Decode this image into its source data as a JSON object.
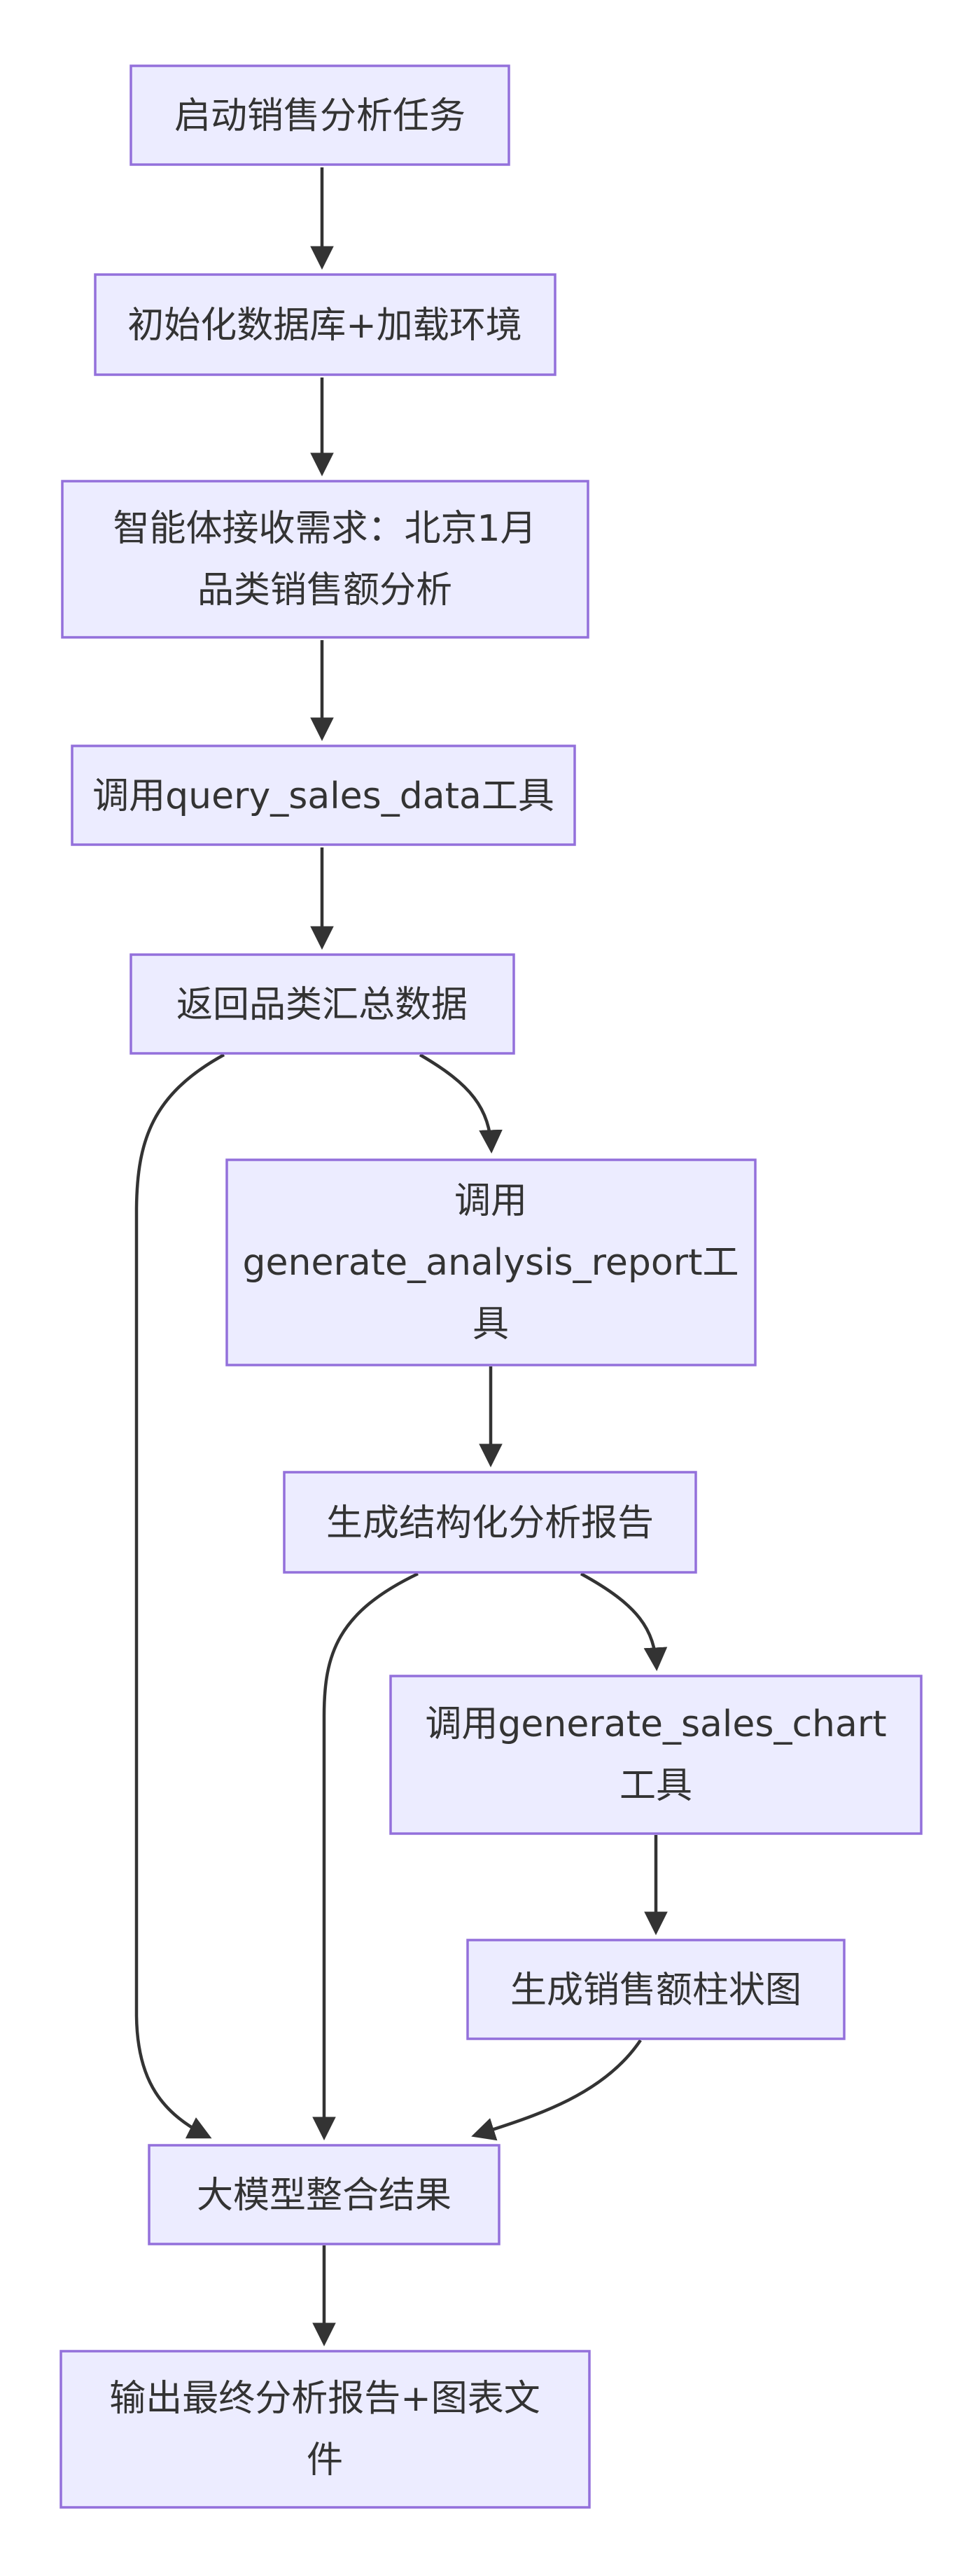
{
  "diagram": {
    "type": "flowchart",
    "direction": "top-down",
    "nodes": [
      {
        "id": "start",
        "lines": [
          "启动销售分析任务"
        ]
      },
      {
        "id": "init",
        "lines": [
          "初始化数据库+加载环境"
        ]
      },
      {
        "id": "receive",
        "lines": [
          "智能体接收需求：北京1月",
          "品类销售额分析"
        ]
      },
      {
        "id": "query_tool",
        "lines": [
          "调用query_sales_data工具"
        ]
      },
      {
        "id": "return_data",
        "lines": [
          "返回品类汇总数据"
        ]
      },
      {
        "id": "report_tool",
        "lines": [
          "调用",
          "generate_analysis_report工",
          "具"
        ]
      },
      {
        "id": "report",
        "lines": [
          "生成结构化分析报告"
        ]
      },
      {
        "id": "chart_tool",
        "lines": [
          "调用generate_sales_chart",
          "工具"
        ]
      },
      {
        "id": "chart",
        "lines": [
          "生成销售额柱状图"
        ]
      },
      {
        "id": "merge",
        "lines": [
          "大模型整合结果"
        ]
      },
      {
        "id": "output",
        "lines": [
          "输出最终分析报告+图表文",
          "件"
        ]
      }
    ],
    "edges": [
      {
        "from": "start",
        "to": "init",
        "label": ""
      },
      {
        "from": "init",
        "to": "receive",
        "label": ""
      },
      {
        "from": "receive",
        "to": "query_tool",
        "label": ""
      },
      {
        "from": "query_tool",
        "to": "return_data",
        "label": ""
      },
      {
        "from": "return_data",
        "to": "report_tool",
        "label": ""
      },
      {
        "from": "return_data",
        "to": "merge",
        "label": ""
      },
      {
        "from": "report_tool",
        "to": "report",
        "label": ""
      },
      {
        "from": "report",
        "to": "chart_tool",
        "label": ""
      },
      {
        "from": "report",
        "to": "merge",
        "label": ""
      },
      {
        "from": "chart_tool",
        "to": "chart",
        "label": ""
      },
      {
        "from": "chart",
        "to": "merge",
        "label": ""
      },
      {
        "from": "merge",
        "to": "output",
        "label": ""
      }
    ]
  },
  "colors": {
    "background": "#ffffff",
    "node_fill": "#ECECFF",
    "node_stroke": "#9370DB",
    "text_color": "#333333",
    "edge_color": "#333333"
  }
}
